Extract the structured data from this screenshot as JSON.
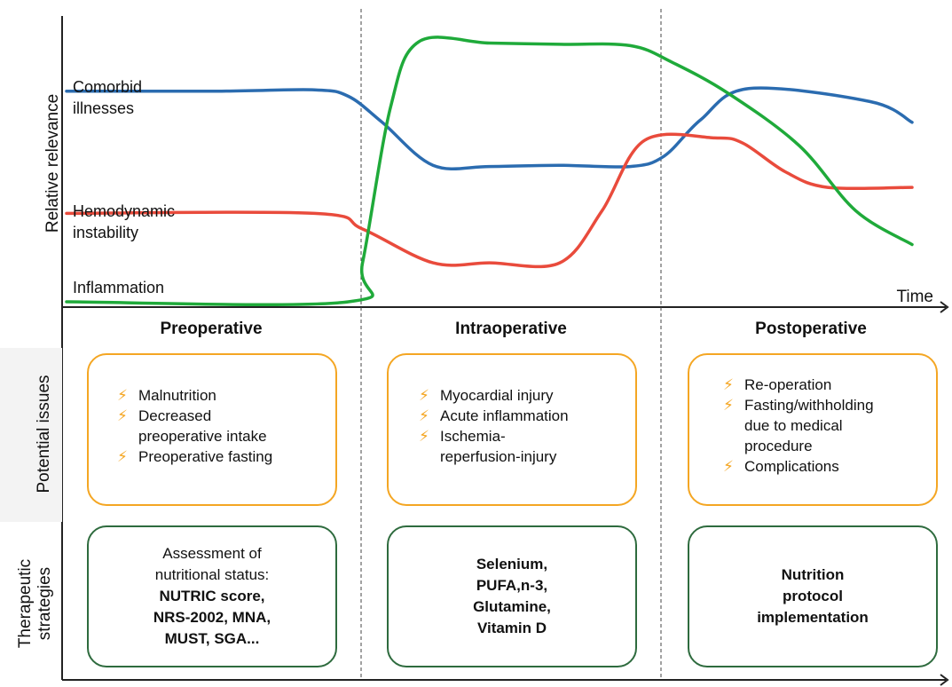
{
  "chart_data": {
    "type": "line",
    "ylabel": "Relative relevance",
    "xlabel": "Time",
    "x_note": "x is position along the time axis across the three phases (0 = start, 3 = end); y is relative relevance on an unlabelled 0-10 scale",
    "series": [
      {
        "name": "Comorbid illnesses",
        "color": "#2b6cb0",
        "points": [
          [
            0,
            8.1
          ],
          [
            0.55,
            8.1
          ],
          [
            0.88,
            8.15
          ],
          [
            1.0,
            7.9
          ],
          [
            1.12,
            6.9
          ],
          [
            1.3,
            5.25
          ],
          [
            1.5,
            5.2
          ],
          [
            1.75,
            5.25
          ],
          [
            2.0,
            5.2
          ],
          [
            2.12,
            5.6
          ],
          [
            2.25,
            7.0
          ],
          [
            2.42,
            8.2
          ],
          [
            2.85,
            7.7
          ],
          [
            3.0,
            6.9
          ]
        ]
      },
      {
        "name": "Hemodynamic instability",
        "color": "#e94b3c",
        "points": [
          [
            0,
            3.4
          ],
          [
            0.88,
            3.4
          ],
          [
            1.05,
            2.8
          ],
          [
            1.3,
            1.5
          ],
          [
            1.5,
            1.5
          ],
          [
            1.75,
            1.5
          ],
          [
            1.9,
            3.5
          ],
          [
            2.05,
            6.2
          ],
          [
            2.3,
            6.3
          ],
          [
            2.4,
            6.1
          ],
          [
            2.55,
            5.0
          ],
          [
            2.7,
            4.4
          ],
          [
            3.0,
            4.4
          ]
        ]
      },
      {
        "name": "Inflammation",
        "color": "#1faa3a",
        "points": [
          [
            0,
            0
          ],
          [
            1.0,
            0
          ],
          [
            1.05,
            1.5
          ],
          [
            1.15,
            7.5
          ],
          [
            1.25,
            10.0
          ],
          [
            1.5,
            9.95
          ],
          [
            1.75,
            9.9
          ],
          [
            2.0,
            9.85
          ],
          [
            2.15,
            9.2
          ],
          [
            2.35,
            8.0
          ],
          [
            2.6,
            6.0
          ],
          [
            2.8,
            3.5
          ],
          [
            3.0,
            2.2
          ]
        ]
      }
    ],
    "series_labels": [
      {
        "lines": [
          "Comorbid",
          "illnesses"
        ]
      },
      {
        "lines": [
          "Hemodynamic",
          "instability"
        ]
      },
      {
        "lines": [
          "Inflammation"
        ]
      }
    ]
  },
  "row_labels": {
    "potential_issues": "Potential issues",
    "therapeutic_line1": "Therapeutic",
    "therapeutic_line2": "strategies"
  },
  "phases": [
    {
      "title": "Preoperative",
      "issues": [
        "Malnutrition",
        "Decreased\npreoperative intake",
        "Preoperative fasting"
      ],
      "strategy": {
        "normal": [
          "Assessment of",
          "nutritional status:"
        ],
        "bold": [
          "NUTRIC score,",
          "NRS-2002, MNA,",
          "MUST, SGA..."
        ]
      }
    },
    {
      "title": "Intraoperative",
      "issues": [
        "Myocardial injury",
        "Acute inflammation",
        "Ischemia-\nreperfusion-injury"
      ],
      "strategy": {
        "normal": [],
        "bold": [
          "Selenium,",
          "PUFA,n-3,",
          "Glutamine,",
          "Vitamin D"
        ]
      }
    },
    {
      "title": "Postoperative",
      "issues": [
        "Re-operation",
        "Fasting/withholding\ndue to medical\nprocedure",
        "Complications"
      ],
      "strategy": {
        "normal": [],
        "bold": [
          "Nutrition",
          "protocol",
          "implementation"
        ]
      }
    }
  ],
  "icons": {
    "issue_bullet": "lightning-icon"
  },
  "colors": {
    "issue_border": "#f4a623",
    "strategy_border": "#2e6b3e",
    "axis": "#222222",
    "divider": "#444444"
  }
}
